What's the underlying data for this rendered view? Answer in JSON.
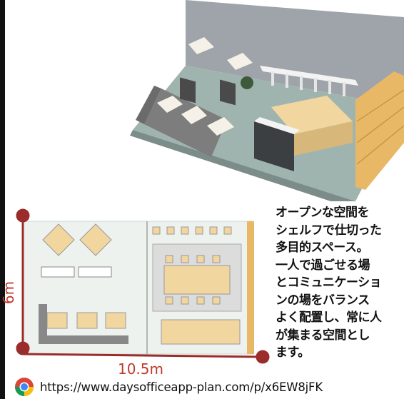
{
  "description": {
    "lines": [
      "オープンな空間を",
      "シェルフで仕切った",
      "多目的スペース。",
      "一人で過ごせる場",
      "とコミュニケーショ",
      "ンの場をバランス",
      "よく配置し、常に人",
      "が集まる空間とし",
      "ます。"
    ]
  },
  "dimensions": {
    "width_label": "10.5m",
    "depth_label": "6m"
  },
  "link": {
    "url": "https://www.daysofficeapp-plan.com/p/x6EW8jFK",
    "icon": "chrome-icon"
  },
  "colors": {
    "dimension": "#9b2c2c",
    "shelf": "#e8b866",
    "floor": "#9fb4ae",
    "table": "#f2d6a0"
  }
}
